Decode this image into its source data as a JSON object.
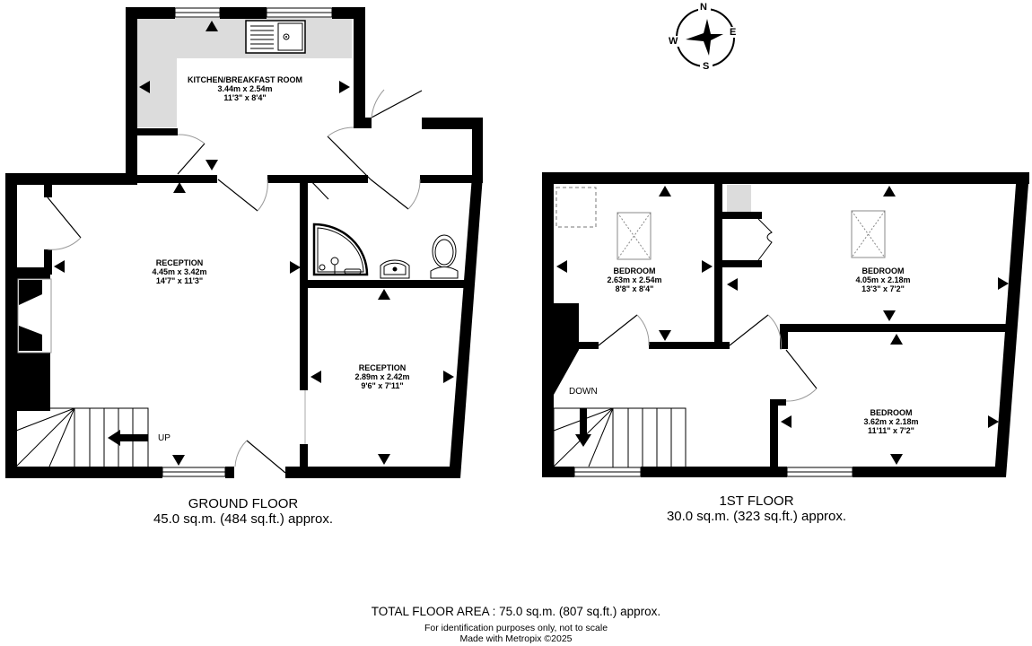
{
  "compass": {
    "icon": "compass-rose-icon",
    "north": "N",
    "east": "E",
    "south": "S",
    "west": "W"
  },
  "ground_floor": {
    "title": "GROUND FLOOR",
    "area": "45.0 sq.m. (484 sq.ft.) approx.",
    "stair_label": "UP",
    "rooms": [
      {
        "name": "KITCHEN/BREAKFAST ROOM",
        "metric": "3.44m  x 2.54m",
        "imperial": "11'3\"  x 8'4\""
      },
      {
        "name": "RECEPTION",
        "metric": "4.45m  x 3.42m",
        "imperial": "14'7\"  x 11'3\""
      },
      {
        "name": "RECEPTION",
        "metric": "2.89m  x 2.42m",
        "imperial": "9'6\"  x 7'11\""
      }
    ],
    "fixtures": [
      "sink-icon",
      "shower-icon",
      "washbasin-icon",
      "toilet-icon",
      "fireplace-icon",
      "staircase-icon"
    ]
  },
  "first_floor": {
    "title": "1ST FLOOR",
    "area": "30.0 sq.m. (323 sq.ft.) approx.",
    "stair_label": "DOWN",
    "rooms": [
      {
        "name": "BEDROOM",
        "metric": "2.63m  x 2.54m",
        "imperial": "8'8\"  x 8'4\""
      },
      {
        "name": "BEDROOM",
        "metric": "4.05m  x 2.18m",
        "imperial": "13'3\"  x 7'2\""
      },
      {
        "name": "BEDROOM",
        "metric": "3.62m  x 2.18m",
        "imperial": "11'11\"  x 7'2\""
      }
    ],
    "fixtures": [
      "skylight-icon",
      "loft-hatch-icon",
      "wardrobe-icon",
      "staircase-icon"
    ]
  },
  "footer": {
    "total_area": "TOTAL FLOOR AREA : 75.0 sq.m. (807 sq.ft.) approx.",
    "disclaimer": "For identification purposes only, not to scale",
    "credit": "Made with Metropix ©2025"
  },
  "colors": {
    "wall": "#000000",
    "worktop": "#dcdcdc",
    "background": "#ffffff"
  }
}
